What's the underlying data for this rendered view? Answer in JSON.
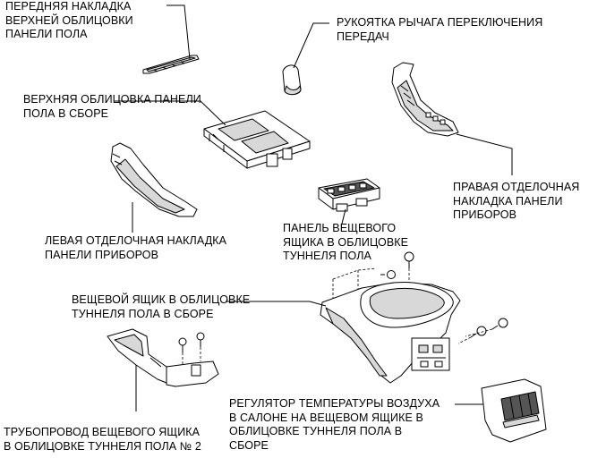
{
  "labels": {
    "front_upper_trim": "ПЕРЕДНЯЯ НАКЛАДКА\nВЕРХНЕЙ ОБЛИЦОВКИ\nПАНЕЛИ ПОЛА",
    "shift_knob": "РУКОЯТКА РЫЧАГА ПЕРЕКЛЮЧЕНИЯ\nПЕРЕДАЧ",
    "upper_panel_assy": "ВЕРХНЯЯ ОБЛИЦОВКА ПАНЕЛИ\nПОЛА В СБОРЕ",
    "right_instrument_trim": "ПРАВАЯ ОТДЕЛОЧНАЯ\nНАКЛАДКА ПАНЕЛИ\nПРИБОРОВ",
    "left_instrument_trim": "ЛЕВАЯ ОТДЕЛОЧНАЯ НАКЛАДКА\nПАНЕЛИ ПРИБОРОВ",
    "console_box_panel": "ПАНЕЛЬ ВЕЩЕВОГО\nЯЩИКА В ОБЛИЦОВКЕ\nТУННЕЛЯ ПОЛА",
    "console_box_assy": "ВЕЩЕВОЙ ЯЩИК В ОБЛИЦОВКЕ\nТУННЕЛЯ ПОЛА В СБОРЕ",
    "console_duct_no2": "ТРУБОПРОВОД ВЕЩЕВОГО ЯЩИКА\nВ ОБЛИЦОВКЕ ТУННЕЛЯ ПОЛА № 2",
    "rear_air_register": "РЕГУЛЯТОР ТЕМПЕРАТУРЫ ВОЗДУХА\nВ САЛОНЕ НА ВЕЩЕВОМ ЯЩИКЕ В\nОБЛИЦОВКЕ ТУННЕЛЯ ПОЛА В\nСБОРЕ"
  }
}
